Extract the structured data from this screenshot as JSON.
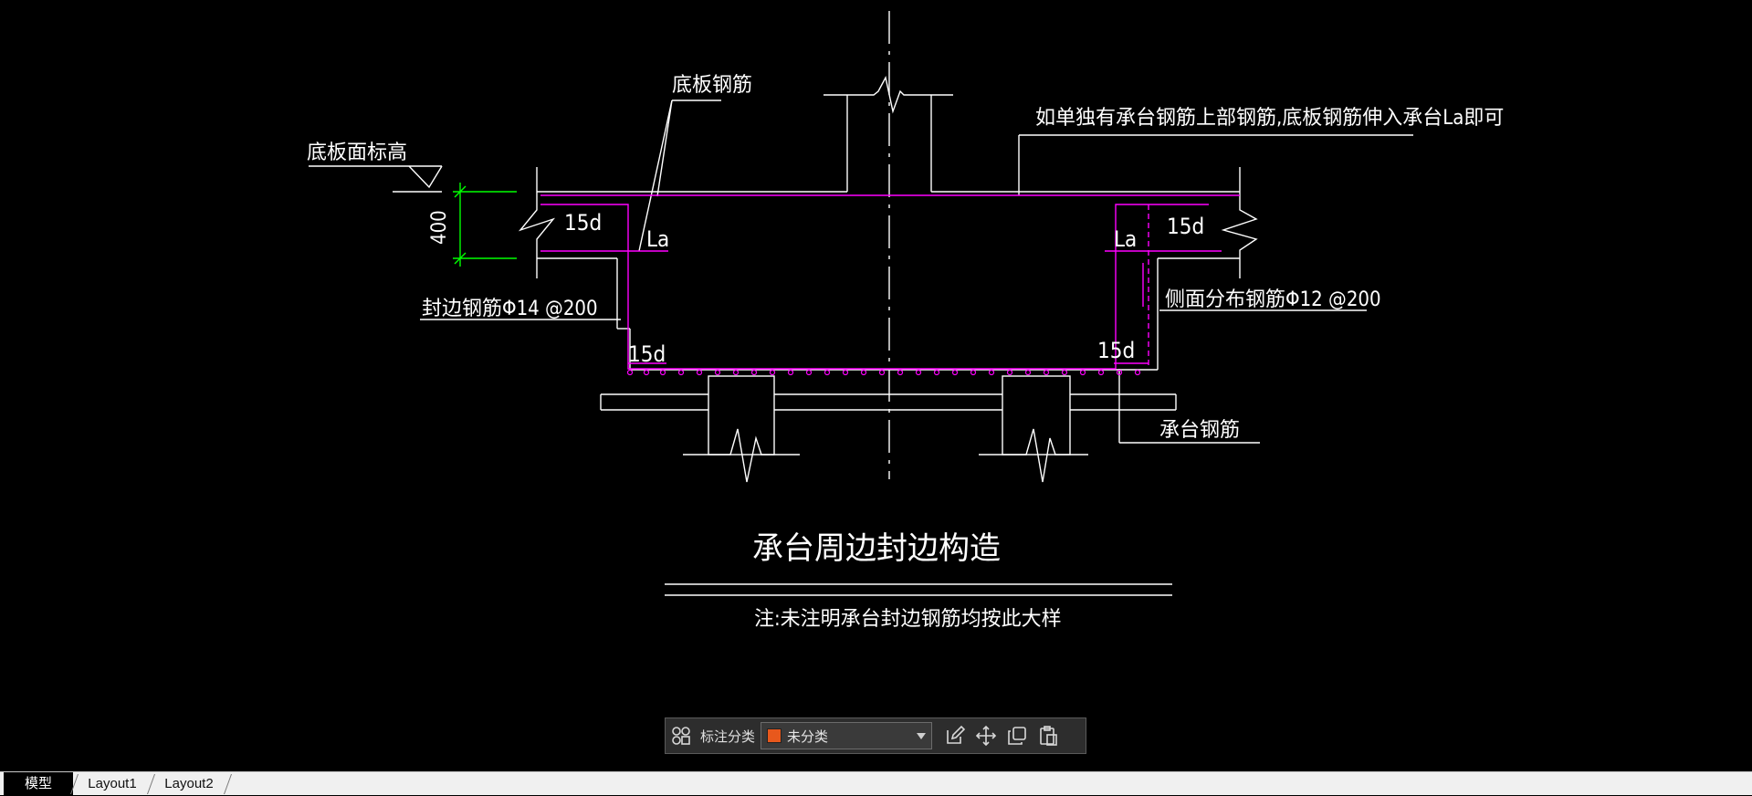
{
  "drawing": {
    "labels": {
      "slab_level": "底板面标高",
      "slab_rebar": "底板钢筋",
      "note_top": "如单独有承台钢筋上部钢筋,底板钢筋伸入承台La即可",
      "dim_400": "400",
      "len_15d_tl": "15d",
      "len_la_l": "La",
      "len_la_r": "La",
      "len_15d_tr": "15d",
      "edge_rebar": "封边钢筋Φ14 @200",
      "side_rebar": "侧面分布钢筋Φ12 @200",
      "len_15d_bl": "15d",
      "len_15d_br": "15d",
      "cap_rebar": "承台钢筋",
      "title": "承台周边封边构造",
      "note_bottom": "注:未注明承台封边钢筋均按此大样"
    },
    "colors": {
      "lines": "#ffffff",
      "rebar": "#ff00ff",
      "dimension": "#00ff00",
      "background": "#000000"
    }
  },
  "annotation_toolbar": {
    "label": "标注分类",
    "category": "未分类",
    "category_color": "#e8581c"
  },
  "tabs": [
    {
      "label": "模型",
      "active": true
    },
    {
      "label": "Layout1",
      "active": false
    },
    {
      "label": "Layout2",
      "active": false
    }
  ]
}
